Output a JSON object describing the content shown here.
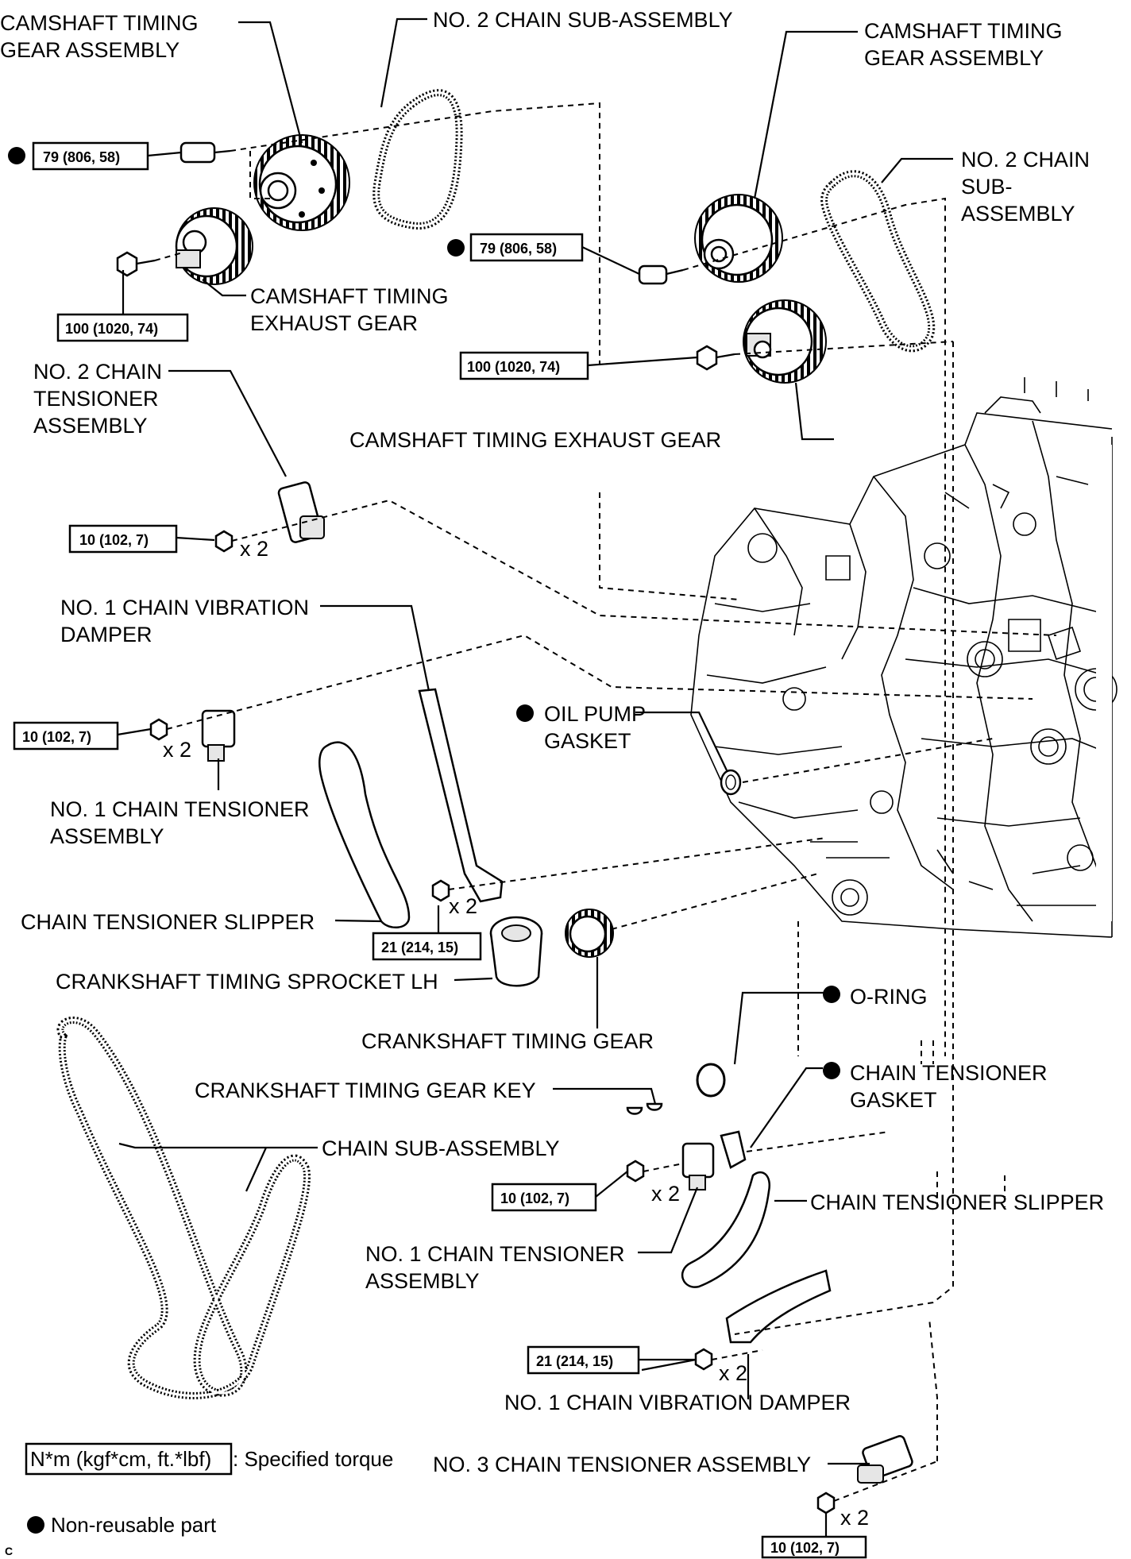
{
  "labels": {
    "camshaft_timing_gear_left": [
      "CAMSHAFT TIMING",
      "GEAR ASSEMBLY"
    ],
    "no2_chain_left": "NO. 2 CHAIN SUB-ASSEMBLY",
    "camshaft_timing_gear_right": [
      "CAMSHAFT TIMING",
      "GEAR ASSEMBLY"
    ],
    "no2_chain_right": [
      "NO. 2 CHAIN",
      "SUB-",
      "ASSEMBLY"
    ],
    "camshaft_exhaust_left": [
      "CAMSHAFT TIMING",
      "EXHAUST GEAR"
    ],
    "no2_tensioner": [
      "NO. 2 CHAIN",
      "TENSIONER",
      "ASSEMBLY"
    ],
    "camshaft_exhaust_right": "CAMSHAFT TIMING EXHAUST GEAR",
    "no1_vibration_damper_top": [
      "NO. 1 CHAIN VIBRATION",
      "DAMPER"
    ],
    "oil_pump_gasket": [
      "OIL PUMP",
      "GASKET"
    ],
    "no1_tensioner_left": [
      "NO. 1 CHAIN TENSIONER",
      "ASSEMBLY"
    ],
    "chain_tensioner_slipper_left": "CHAIN TENSIONER SLIPPER",
    "crankshaft_sprocket_lh": "CRANKSHAFT TIMING SPROCKET LH",
    "crankshaft_timing_gear": "CRANKSHAFT TIMING GEAR",
    "o_ring": "O-RING",
    "chain_tensioner_gasket": [
      "CHAIN TENSIONER",
      "GASKET"
    ],
    "crankshaft_gear_key": "CRANKSHAFT TIMING GEAR KEY",
    "chain_sub_assembly": "CHAIN SUB-ASSEMBLY",
    "chain_tensioner_slipper_right": "CHAIN TENSIONER SLIPPER",
    "no1_tensioner_right": [
      "NO. 1 CHAIN TENSIONER",
      "ASSEMBLY"
    ],
    "no1_vibration_damper_bottom": "NO. 1 CHAIN VIBRATION DAMPER",
    "no3_tensioner": "NO. 3 CHAIN TENSIONER ASSEMBLY"
  },
  "torques": {
    "t79_left": "79 (806, 58)",
    "t79_right": "79 (806, 58)",
    "t100_left": "100 (1020, 74)",
    "t100_right": "100 (1020, 74)",
    "t10_no2": "10 (102, 7)",
    "t10_no1_left": "10 (102, 7)",
    "t21_left": "21 (214, 15)",
    "t10_no1_right": "10 (102, 7)",
    "t21_right": "21 (214, 15)",
    "t10_no3": "10 (102, 7)"
  },
  "quantity_marks": {
    "q1": "x 2",
    "q2": "x 2",
    "q3": "x 2",
    "q4": "x 2",
    "q5": "x 2",
    "q6": "x 2"
  },
  "legend": {
    "torque_box": "N*m (kgf*cm, ft.*lbf)",
    "torque_desc": ": Specified torque",
    "non_reusable": "Non-reusable part"
  },
  "corner_mark": "C"
}
